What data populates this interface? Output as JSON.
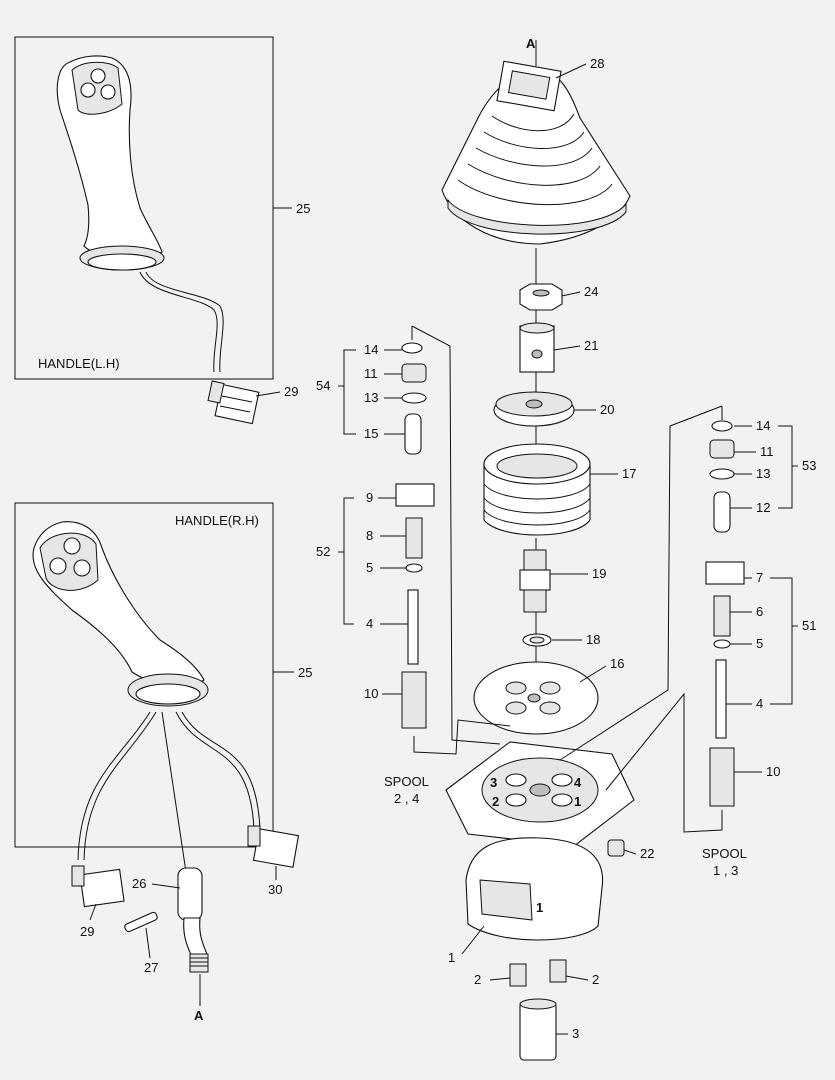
{
  "boxes": {
    "left_handle": "HANDLE(L.H)",
    "right_handle": "HANDLE(R.H)"
  },
  "spool_labels": {
    "left": [
      "SPOOL",
      "2 , 4"
    ],
    "right": [
      "SPOOL",
      "1 , 3"
    ]
  },
  "ref_marks": {
    "top": "A",
    "bottom": "A"
  },
  "callouts": {
    "c28": "28",
    "c24": "24",
    "c21": "21",
    "c20": "20",
    "c17": "17",
    "c19": "19",
    "c18": "18",
    "c16": "16",
    "c22": "22",
    "c1": "1",
    "c2a": "2",
    "c2b": "2",
    "c3": "3",
    "c25a": "25",
    "c29a": "29",
    "c25b": "25",
    "c26": "26",
    "c27": "27",
    "c29b": "29",
    "c30": "30",
    "c14l": "14",
    "c11l": "11",
    "c13l": "13",
    "c15l": "15",
    "c54": "54",
    "c9l": "9",
    "c8l": "8",
    "c5l": "5",
    "c4l": "4",
    "c52": "52",
    "c10l": "10",
    "c14r": "14",
    "c11r": "11",
    "c13r": "13",
    "c12r": "12",
    "c53": "53",
    "c7r": "7",
    "c6r": "6",
    "c5r": "5",
    "c4r": "4",
    "c51": "51",
    "c10r": "10"
  },
  "plate_numbers": [
    "3",
    "4",
    "2",
    "1"
  ],
  "body_mark": "1"
}
